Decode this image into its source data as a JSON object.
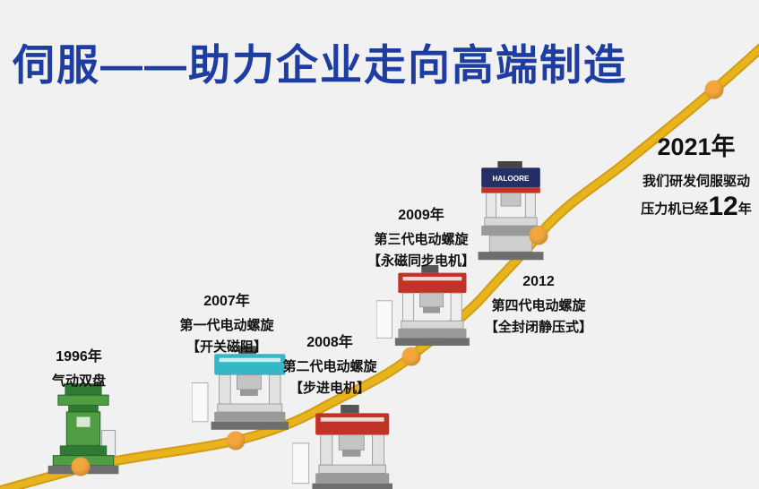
{
  "title": "伺服——助力企业走向高端制造",
  "milestones": [
    {
      "id": "1996",
      "year": "1996年",
      "line1": "气动双盘",
      "line2": ""
    },
    {
      "id": "2007",
      "year": "2007年",
      "line1": "第一代电动螺旋",
      "line2": "【开关磁阻】"
    },
    {
      "id": "2008",
      "year": "2008年",
      "line1": "第二代电动螺旋",
      "line2": "【步进电机】"
    },
    {
      "id": "2009",
      "year": "2009年",
      "line1": "第三代电动螺旋",
      "line2": "【永磁同步电机】"
    },
    {
      "id": "2012",
      "year": "2012",
      "line1": "第四代电动螺旋",
      "line2": "【全封闭静压式】"
    }
  ],
  "finale": {
    "year": "2021年",
    "line1": "我们研发伺服驱动",
    "line2_prefix": "压力机已经",
    "line2_number": "12",
    "line2_suffix": "年"
  },
  "machines": {
    "m2021_brand": "HALOORE"
  },
  "colors": {
    "title-blue": "#1d3da2",
    "curve-gold": "#e8b41e",
    "curve-gold-dark": "#d39c12",
    "dot-orange": "#f2a63b",
    "machine-green": "#4f9e44",
    "machine-green-dark": "#2f7a33",
    "machine-teal": "#35b8c6",
    "machine-red": "#c13227",
    "machine-navy": "#232f66",
    "text-dark": "#111111",
    "background": "#f1f1f2"
  }
}
